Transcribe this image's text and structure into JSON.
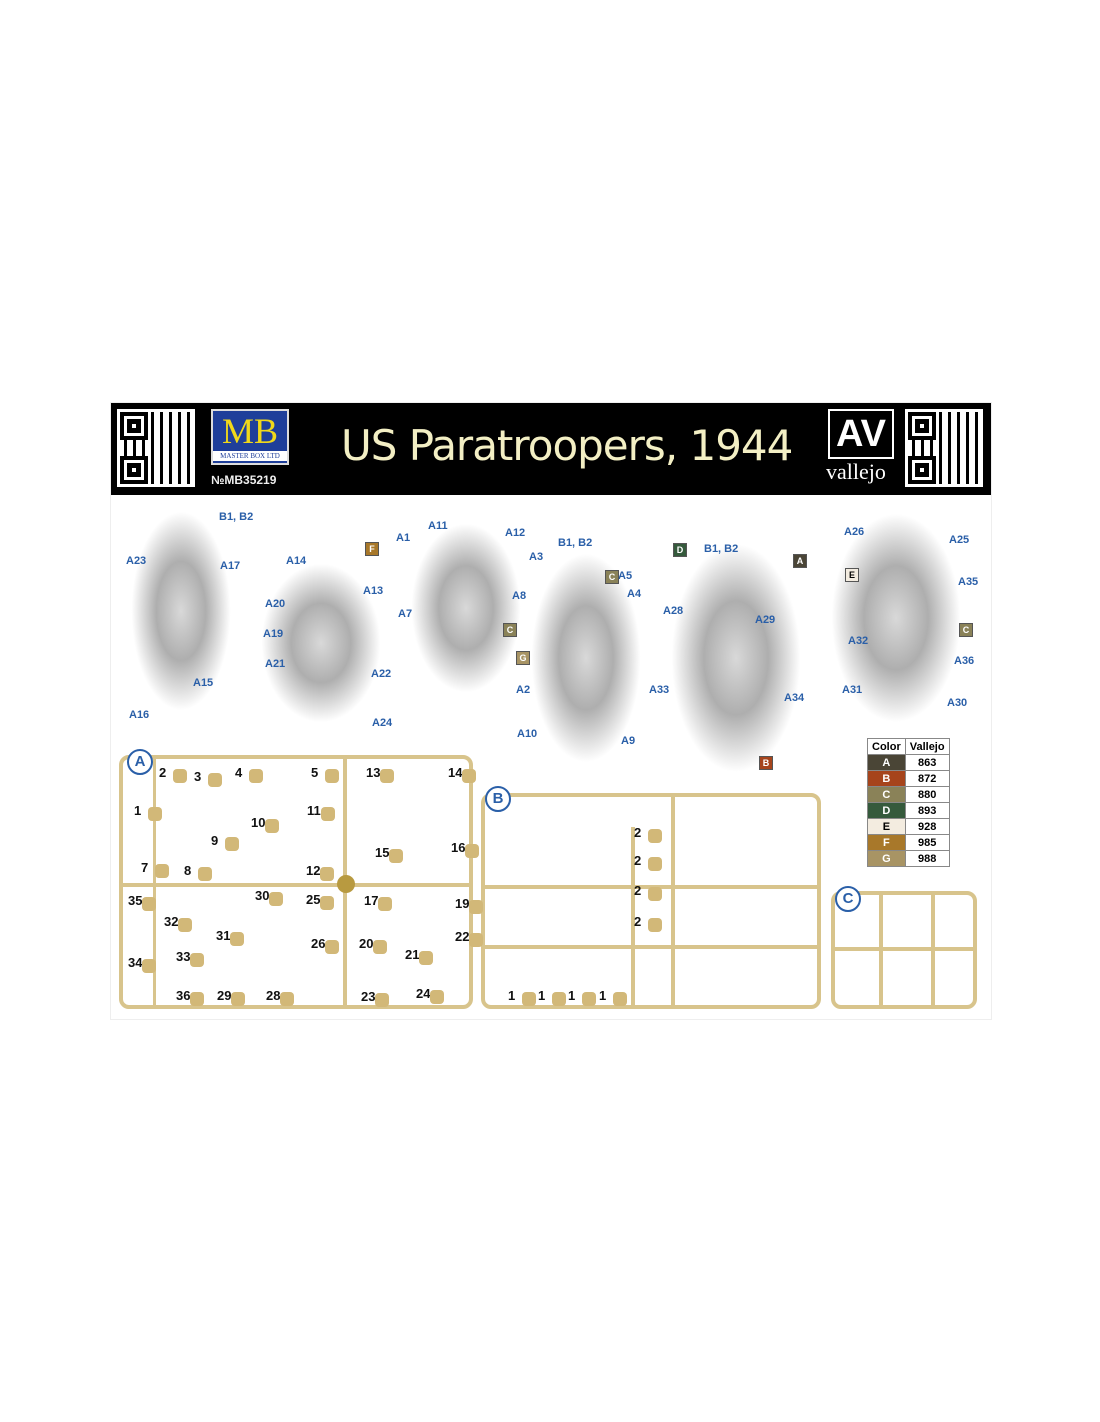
{
  "header": {
    "title": "US Paratroopers, 1944",
    "brand_letters": "MB",
    "brand_sub": "MASTER BOX LTD",
    "kit_number": "№MB35219",
    "paint_logo": "AV",
    "paint_brand": "vallejo"
  },
  "callouts": [
    "B1, B2",
    "A23",
    "A17",
    "A15",
    "A16",
    "A14",
    "A20",
    "A13",
    "A19",
    "A21",
    "A22",
    "A24",
    "A1",
    "A11",
    "A12",
    "A3",
    "A8",
    "A7",
    "B1, B2",
    "A5",
    "A4",
    "A2",
    "A10",
    "A9",
    "B1, B2",
    "A28",
    "A29",
    "A33",
    "A34",
    "A26",
    "A25",
    "A35",
    "A32",
    "A36",
    "A31",
    "A30"
  ],
  "color_markers": [
    "F",
    "C",
    "C",
    "G",
    "D",
    "A",
    "E",
    "C",
    "B"
  ],
  "color_table": {
    "headers": [
      "Color",
      "Vallejo"
    ],
    "rows": [
      {
        "code": "A",
        "vallejo": "863",
        "hex": "#4a4536"
      },
      {
        "code": "B",
        "vallejo": "872",
        "hex": "#a6441c"
      },
      {
        "code": "C",
        "vallejo": "880",
        "hex": "#8a8258"
      },
      {
        "code": "D",
        "vallejo": "893",
        "hex": "#355a3c"
      },
      {
        "code": "E",
        "vallejo": "928",
        "hex": "#f3ece0"
      },
      {
        "code": "F",
        "vallejo": "985",
        "hex": "#a8782a"
      },
      {
        "code": "G",
        "vallejo": "988",
        "hex": "#a89464"
      }
    ]
  },
  "sprues": {
    "A": {
      "badge": "A",
      "numbers": [
        "2",
        "3",
        "4",
        "5",
        "13",
        "14",
        "1",
        "11",
        "10",
        "9",
        "15",
        "16",
        "7",
        "8",
        "12",
        "35",
        "30",
        "25",
        "17",
        "19",
        "32",
        "31",
        "22",
        "33",
        "26",
        "20",
        "21",
        "34",
        "36",
        "29",
        "28",
        "23",
        "24"
      ]
    },
    "B": {
      "badge": "B",
      "numbers": [
        "2",
        "2",
        "2",
        "2",
        "1",
        "1",
        "1",
        "1"
      ]
    },
    "C": {
      "badge": "C"
    }
  }
}
